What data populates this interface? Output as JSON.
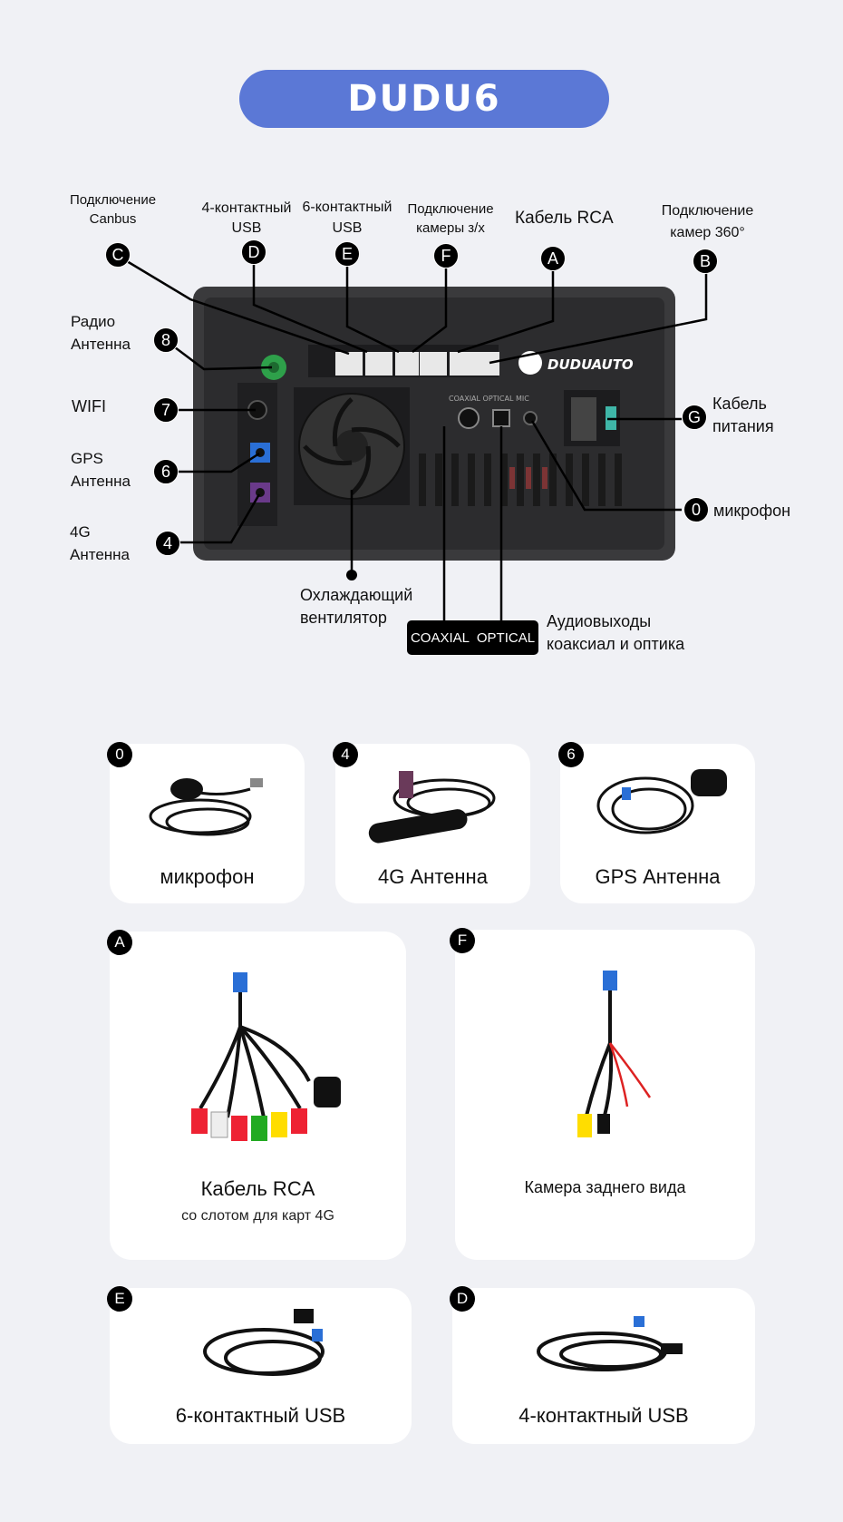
{
  "header": {
    "title": "DUDU6"
  },
  "diagram": {
    "top_labels": {
      "canbus": [
        "Подключение",
        "Canbus"
      ],
      "usb4": [
        "4-контактный",
        "USB"
      ],
      "usb6": [
        "6-контактный",
        "USB"
      ],
      "camera": [
        "Подключение",
        "камеры з/х"
      ],
      "rca": [
        "Кабель RCA"
      ],
      "cam360": [
        "Подключение",
        "камер 360°"
      ]
    },
    "top_badges": {
      "c": "C",
      "d": "D",
      "e": "E",
      "f": "F",
      "a": "A",
      "b": "B"
    },
    "left": {
      "radio": {
        "badge": "8",
        "label": [
          "Радио",
          "Антенна"
        ]
      },
      "wifi": {
        "badge": "7",
        "label": [
          "WIFI"
        ]
      },
      "gps": {
        "badge": "6",
        "label": [
          "GPS",
          "Антенна"
        ]
      },
      "g4": {
        "badge": "4",
        "label": [
          "4G",
          "Антенна"
        ]
      }
    },
    "right": {
      "power": {
        "badge": "G",
        "label": [
          "Кабель",
          "питания"
        ]
      },
      "mic": {
        "badge": "0",
        "label": "микрофон"
      }
    },
    "fan": {
      "label": [
        "Охлаждающий",
        "вентилятор"
      ]
    },
    "audio": {
      "coaxial": "COAXIAL",
      "optical": "OPTICAL",
      "label": [
        "Аудиовыходы",
        "коаксиал и оптика"
      ]
    },
    "unit": {
      "brand": "DUDUAUTO",
      "port_text": "COAXIAL OPTICAL MIC",
      "accent": "#2ea04a"
    }
  },
  "cards": {
    "mic": {
      "badge": "0",
      "title": "микрофон"
    },
    "g4": {
      "badge": "4",
      "title": "4G Антенна"
    },
    "gps": {
      "badge": "6",
      "title": "GPS Антенна"
    },
    "rca": {
      "badge": "A",
      "title": "Кабель RCA",
      "subtitle": "со слотом для карт 4G"
    },
    "cam": {
      "badge": "F",
      "title": "Камера заднего вида"
    },
    "usb6": {
      "badge": "E",
      "title": "6-контактный USB"
    },
    "usb4": {
      "badge": "D",
      "title": "4-контактный USB"
    }
  }
}
